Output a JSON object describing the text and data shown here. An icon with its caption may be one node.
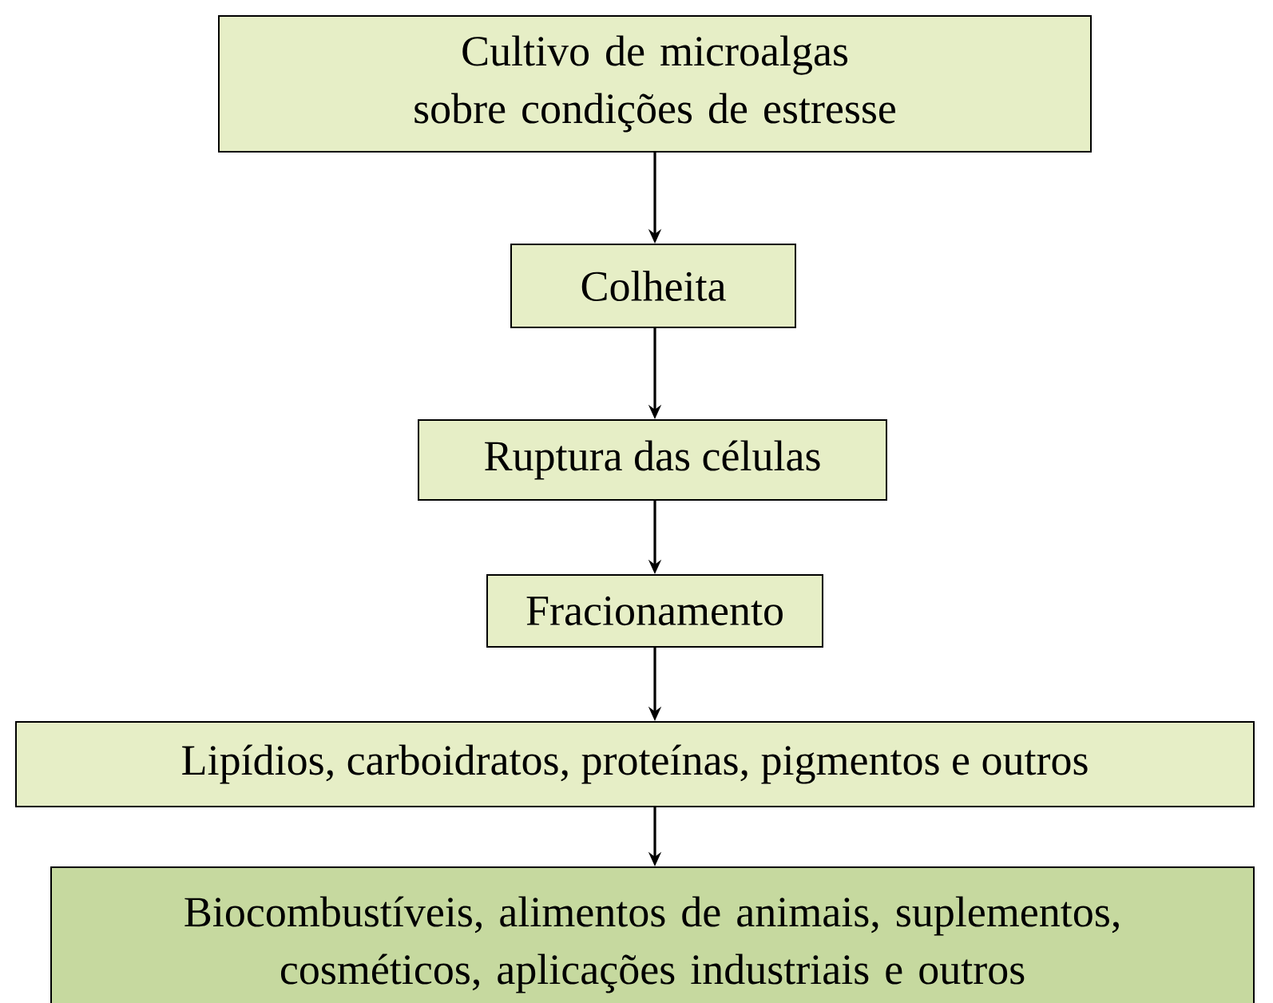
{
  "diagram": {
    "nodes": [
      {
        "text": [
          "Cultivo de microalgas sobre condições de estresse"
        ]
      },
      {
        "text": [
          "Colheita"
        ]
      },
      {
        "text": [
          "Ruptura das células"
        ]
      },
      {
        "text": [
          "Fracionamento"
        ]
      },
      {
        "text": [
          "Lipídios, carboidratos, proteínas, pigmentos e outros"
        ]
      },
      {
        "text": [
          "Biocombustíveis, alimentos de animais, suplementos, cosméticos, aplicações industriais e outros"
        ]
      }
    ],
    "edges": [
      {
        "from": 0,
        "to": 1,
        "arrow": "to"
      },
      {
        "from": 1,
        "to": 2,
        "arrow": "to"
      },
      {
        "from": 2,
        "to": 3,
        "arrow": "to"
      },
      {
        "from": 3,
        "to": 4,
        "arrow": "to"
      },
      {
        "from": 4,
        "to": 5,
        "arrow": "to"
      }
    ]
  }
}
